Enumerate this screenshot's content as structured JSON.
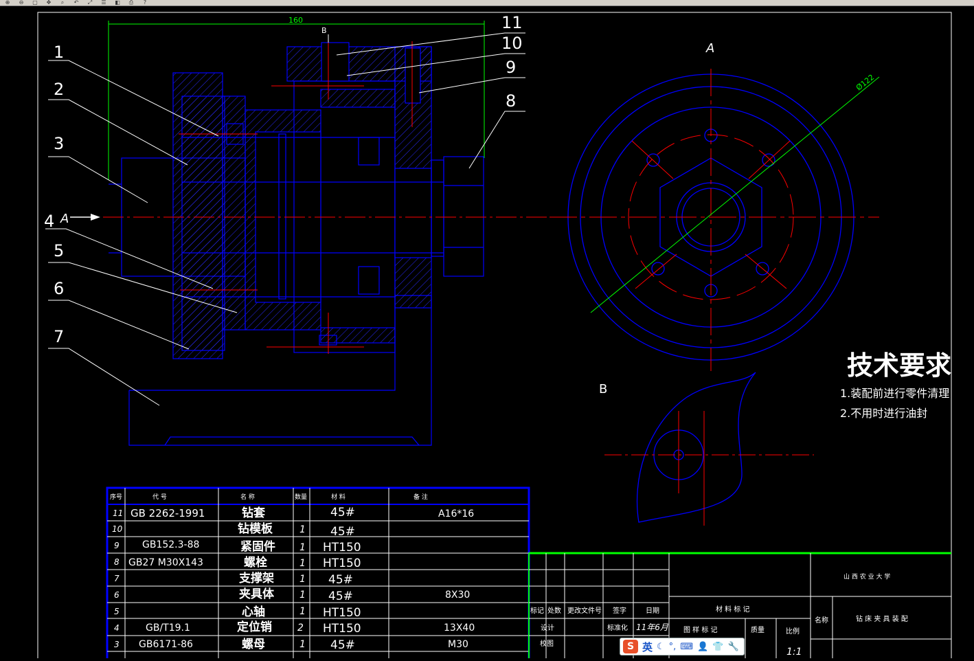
{
  "toolbar": {
    "icons": [
      "zoom-in-icon",
      "zoom-out-icon",
      "zoom-window-icon",
      "pan-icon",
      "zoom-realtime-icon",
      "zoom-prev-icon",
      "zoom-extents-icon",
      "properties-icon",
      "layer-icon",
      "print-icon",
      "help-icon"
    ]
  },
  "drawing": {
    "dim_160": "160",
    "label_B_top": "B",
    "label_A_left": "A",
    "label_A_view": "A",
    "label_B_view": "B",
    "dim_phi": "Ø122",
    "balloons": [
      "1",
      "2",
      "3",
      "4",
      "5",
      "6",
      "7",
      "8",
      "9",
      "10",
      "11"
    ]
  },
  "tech": {
    "title": "技术要求",
    "item1": "1.装配前进行零件清理",
    "item2": "2.不用时进行油封"
  },
  "bom": {
    "headers": [
      "序号",
      "代   号",
      "名   称",
      "数量",
      "材    料",
      "备         注"
    ],
    "rows": [
      {
        "no": "11",
        "code": "GB 2262-1991",
        "name": "钻套",
        "qty": "",
        "mat": "45#",
        "note": "A16*16"
      },
      {
        "no": "10",
        "code": "",
        "name": "钻模板",
        "qty": "1",
        "mat": "45#",
        "note": ""
      },
      {
        "no": "9",
        "code": "GB152.3-88",
        "name": "紧固件",
        "qty": "1",
        "mat": "HT150",
        "note": ""
      },
      {
        "no": "8",
        "code": "GB27  M30X143",
        "name": "螺栓",
        "qty": "1",
        "mat": "HT150",
        "note": ""
      },
      {
        "no": "7",
        "code": "",
        "name": "支撑架",
        "qty": "1",
        "mat": "45#",
        "note": ""
      },
      {
        "no": "6",
        "code": "",
        "name": "夹具体",
        "qty": "1",
        "mat": "45#",
        "note": "8X30"
      },
      {
        "no": "5",
        "code": "",
        "name": "心轴",
        "qty": "1",
        "mat": "HT150",
        "note": ""
      },
      {
        "no": "4",
        "code": "GB/T19.1",
        "name": "定位销",
        "qty": "2",
        "mat": "HT150",
        "note": "13X40"
      },
      {
        "no": "3",
        "code": "GB6171-86",
        "name": "螺母",
        "qty": "1",
        "mat": "45#",
        "note": "M30"
      }
    ]
  },
  "title_block": {
    "school": "山 西 农 业 大 学",
    "material_mark": "材  料  标  记",
    "drawing_name": "钻 床 夹 具 装 配",
    "h_mark": "标记",
    "h_count": "处数",
    "h_change": "更改文件号",
    "h_sign": "签字",
    "h_date": "日期",
    "design": "设计",
    "std": "标准化",
    "date_val": "11年6月",
    "stage_mark": "图  样  标  记",
    "weight": "质量",
    "scale": "比例",
    "scale_val": "1:1",
    "check": "校图",
    "unit": "名称"
  },
  "ime": {
    "logo": "S",
    "lang": "英",
    "icons": [
      "moon-icon",
      "punct-icon",
      "keyboard-icon",
      "user-icon",
      "shirt-icon",
      "wrench-icon"
    ]
  },
  "colors": {
    "blue": "#0000ff",
    "red": "#ff0000",
    "green": "#00ff00",
    "white": "#ffffff",
    "hatch": "#0000cc"
  }
}
